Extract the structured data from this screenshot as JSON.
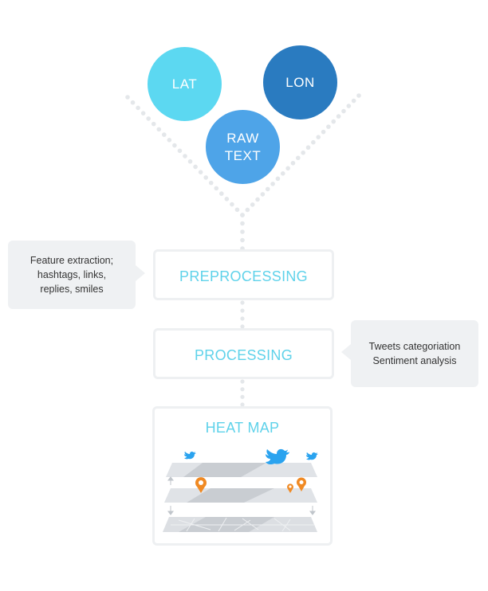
{
  "inputs": {
    "lat": "LAT",
    "lon": "LON",
    "raw_text": "RAW\nTEXT"
  },
  "stages": {
    "preprocessing": "PREPROCESSING",
    "processing": "PROCESSING",
    "heat_map": "HEAT MAP"
  },
  "notes": {
    "preprocessing": "Feature extraction;\nhashtags, links,\nreplies, smiles",
    "processing": "Tweets categoriation\nSentiment analysis"
  },
  "icons": [
    "twitter-bird-icon",
    "map-pin-icon",
    "updown-arrow-icon"
  ],
  "colors": {
    "lat": "#5cd8f1",
    "lon": "#2a7bc0",
    "raw_text": "#4ea4e8",
    "stage_title": "#5fd2ea",
    "note_bg": "#eff1f3",
    "pin": "#f08a24",
    "twitter": "#2aa3ef"
  }
}
